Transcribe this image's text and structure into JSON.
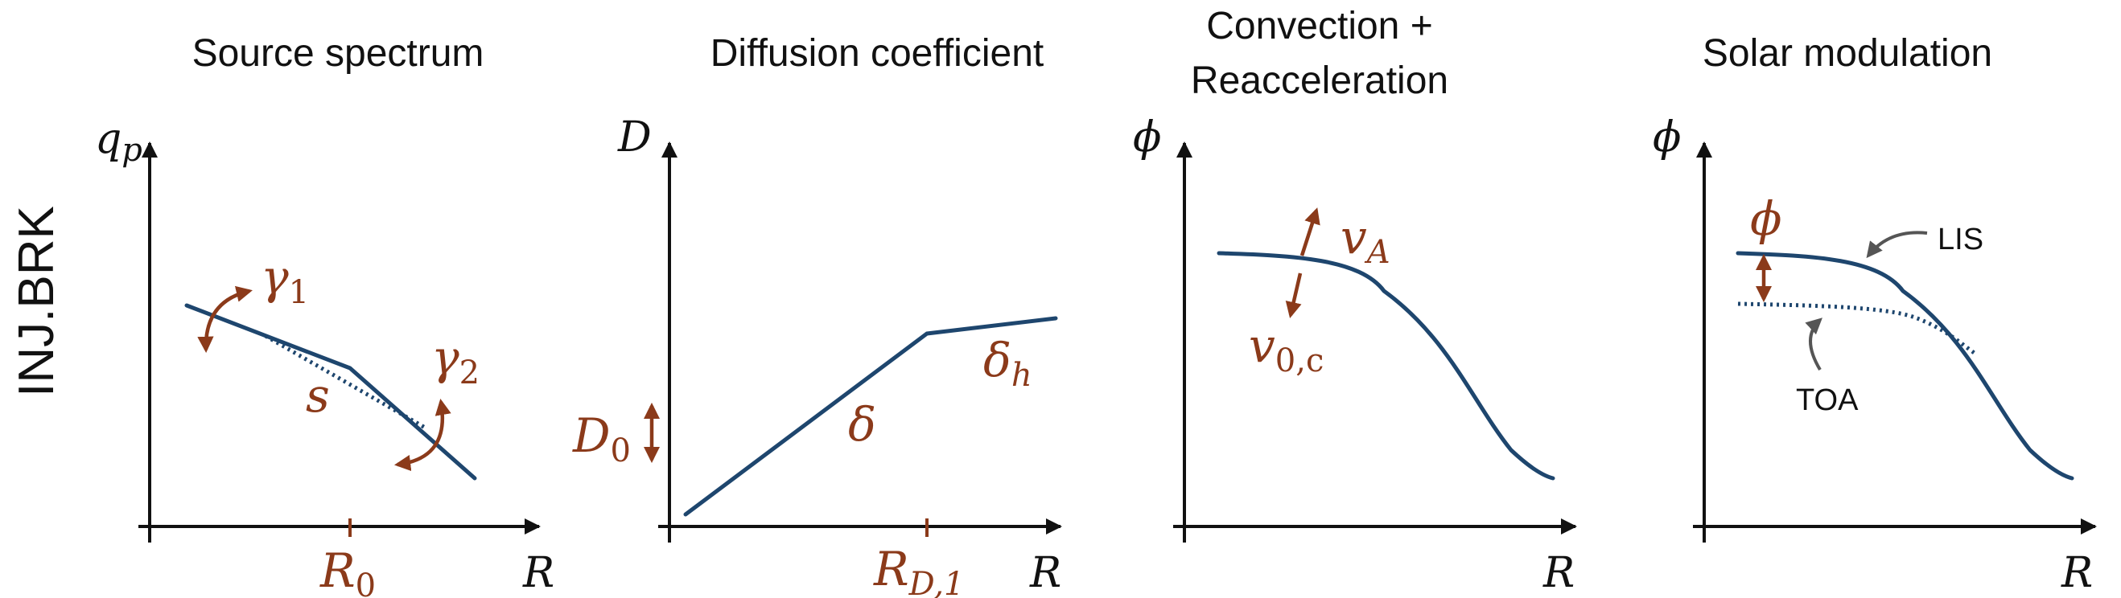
{
  "side_label": "INJ.BRK",
  "colors": {
    "curve": "#1e466e",
    "param": "#8b3a1a",
    "axis": "#111111",
    "annotation_arrow": "#555555"
  },
  "panels": [
    {
      "title": "Source spectrum",
      "y_axis": "q",
      "y_axis_sub": "p",
      "x_axis": "R",
      "x_tick": "R",
      "x_tick_sub": "0",
      "params": {
        "gamma1": "γ",
        "gamma1_sub": "1",
        "gamma2": "γ",
        "gamma2_sub": "2",
        "s": "s"
      }
    },
    {
      "title": "Diffusion coefficient",
      "y_axis": "D",
      "x_axis": "R",
      "x_tick": "R",
      "x_tick_sub": "D,1",
      "params": {
        "D0": "D",
        "D0_sub": "0",
        "delta": "δ",
        "delta_h": "δ",
        "delta_h_sub": "h"
      }
    },
    {
      "title_line1": "Convection +",
      "title_line2": "Reacceleration",
      "y_axis": "ϕ",
      "x_axis": "R",
      "params": {
        "vA": "v",
        "vA_sub": "A",
        "v0c": "v",
        "v0c_sub": "0,c"
      }
    },
    {
      "title": "Solar modulation",
      "y_axis": "ϕ",
      "x_axis": "R",
      "params": {
        "phi": "ϕ"
      },
      "annotations": {
        "lis": "LIS",
        "toa": "TOA"
      }
    }
  ]
}
